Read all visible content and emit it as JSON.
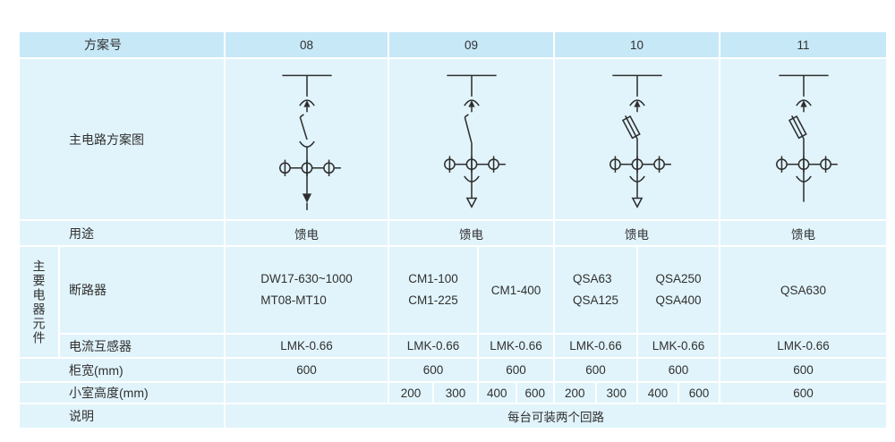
{
  "colors": {
    "header_bg": "#c7e8f7",
    "cell_bg": "#e1f4fb",
    "page_bg": "#ffffff",
    "line": "#2e2e2e",
    "text": "#303030"
  },
  "header": {
    "label": "方案号",
    "schemes": [
      "08",
      "09",
      "10",
      "11"
    ]
  },
  "diagram_row": {
    "label": "主电路方案图",
    "diagrams": [
      "scheme-08-feeder",
      "scheme-09-feeder",
      "scheme-10-fuse-switch",
      "scheme-11-fuse-switch"
    ]
  },
  "usage": {
    "label": "用途",
    "values": [
      "馈电",
      "馈电",
      "馈电",
      "馈电"
    ]
  },
  "components_group_label": "主要电器元件",
  "breaker": {
    "label": "断路器",
    "cells": [
      [
        "DW17-630~1000",
        "MT08-MT10"
      ],
      [
        "CM1-100",
        "CM1-225"
      ],
      [
        "CM1-400"
      ],
      [
        "QSA63",
        "QSA125"
      ],
      [
        "QSA250",
        "QSA400"
      ],
      [
        "QSA630"
      ]
    ]
  },
  "ct": {
    "label": "电流互感器",
    "values": [
      "LMK-0.66",
      "LMK-0.66",
      "LMK-0.66",
      "LMK-0.66",
      "LMK-0.66",
      "LMK-0.66"
    ]
  },
  "cabinet_width": {
    "label": "柜宽(mm)",
    "values": [
      "600",
      "600",
      "600",
      "600",
      "600",
      "600"
    ]
  },
  "cell_height": {
    "label": "小室高度(mm)",
    "col08": "",
    "col09a": [
      "200",
      "300"
    ],
    "col09b": [
      "400",
      "600"
    ],
    "col10a": [
      "200",
      "300"
    ],
    "col10b": [
      "400",
      "600"
    ],
    "col11": "600"
  },
  "note": {
    "label": "说明",
    "value": "每台可装两个回路"
  }
}
